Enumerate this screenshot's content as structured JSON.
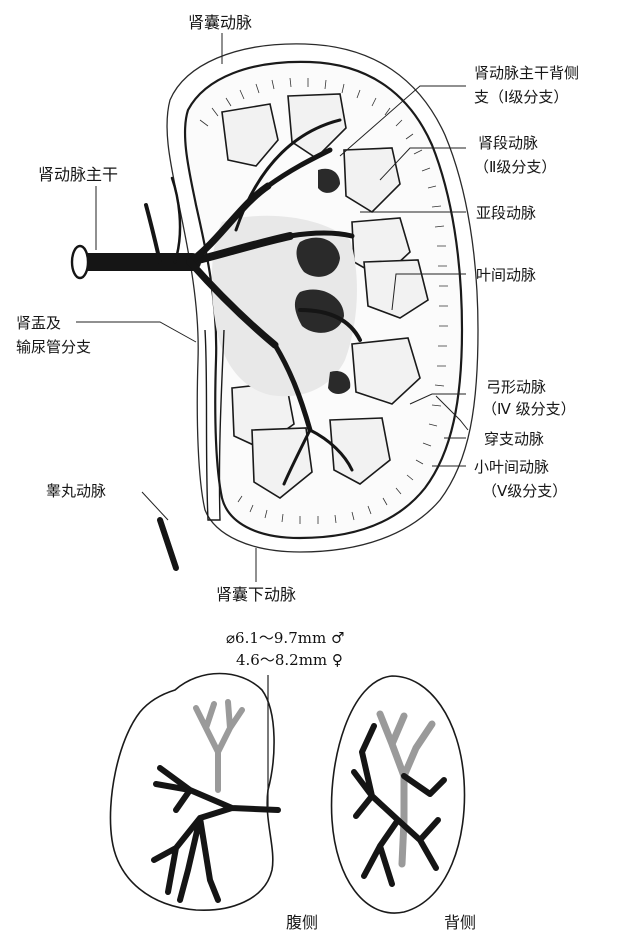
{
  "upper_figure": {
    "labels": {
      "renal_capsule_artery": "肾囊动脉",
      "main_trunk": "肾动脉主干",
      "dorsal_branch_line1": "肾动脉主干背侧",
      "dorsal_branch_line2": "支（Ⅰ级分支）",
      "segmental_line1": "肾段动脉",
      "segmental_line2": "（Ⅱ级分支）",
      "subsegmental": "亚段动脉",
      "interlobar": "叶间动脉",
      "pelvis_ureter_line1": "肾盂及",
      "pelvis_ureter_line2": "输尿管分支",
      "arcuate_line1": "弓形动脉",
      "arcuate_line2": "（Ⅳ 级分支）",
      "perforating": "穿支动脉",
      "interlobular_line1": "小叶间动脉",
      "interlobular_line2": "（Ⅴ级分支）",
      "testicular": "睾丸动脉",
      "inferior_capsular": "肾囊下动脉"
    }
  },
  "lower_figure": {
    "diameter_line1": "⌀6.1～9.7mm ♂",
    "diameter_line2": "4.6～8.2mm ♀",
    "ventral_label": "腹侧",
    "dorsal_label": "背侧"
  },
  "colors": {
    "ink": "#151515",
    "gray_vessel": "#a8a8a8",
    "pelvis_fill": "#e6e6e6"
  }
}
